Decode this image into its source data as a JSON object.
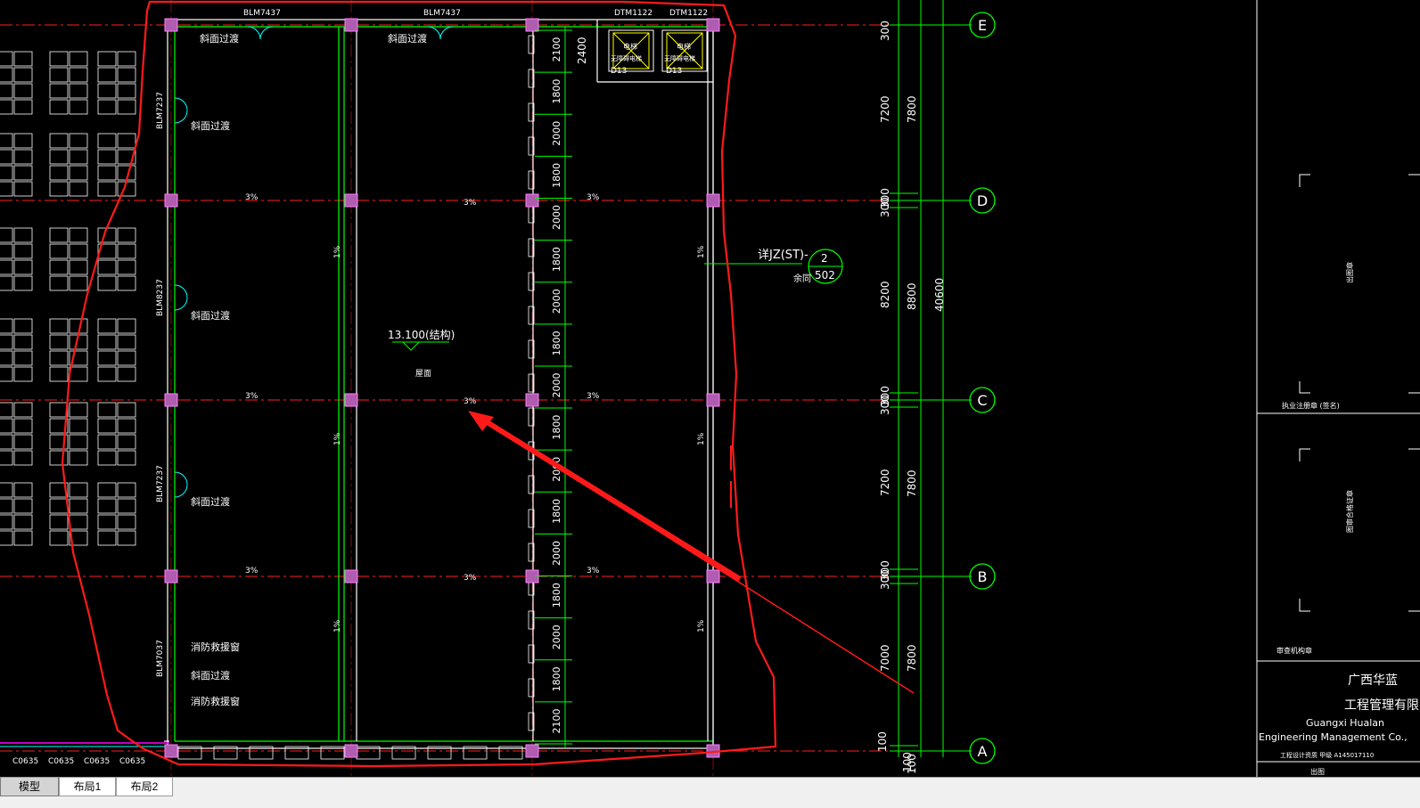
{
  "tabs": [
    {
      "label": "模型",
      "active": true
    },
    {
      "label": "布局1",
      "active": false
    },
    {
      "label": "布局2",
      "active": false
    }
  ],
  "axes": {
    "rows": [
      "E",
      "D",
      "C",
      "B",
      "A"
    ]
  },
  "dimensions": {
    "outer_left": [
      "300",
      "7200",
      "300",
      "300",
      "8200",
      "300",
      "300",
      "7200",
      "300",
      "300",
      "7000",
      "100",
      "100"
    ],
    "outer_right": [
      "7800",
      "8800",
      "7800",
      "7800",
      "100"
    ],
    "total": "40600",
    "column_strip": [
      "2100",
      "1800",
      "2000",
      "1800",
      "2000",
      "1800",
      "2000",
      "1800",
      "2000",
      "1800",
      "2000",
      "1800",
      "2000",
      "1800",
      "2000",
      "1800",
      "2100"
    ],
    "dim_2400": "2400"
  },
  "door_labels": {
    "top_left": "BLM7437",
    "top_mid": "BLM7437",
    "top_right_1": "DTM1122",
    "top_right_2": "DTM1122",
    "side_1": "BLM7237",
    "side_2": "BLM8237",
    "side_3": "BLM7237",
    "side_4": "BLM7037"
  },
  "annotations": {
    "slope_transition": "斜面过渡",
    "fire_rescue_window": "消防救援窗",
    "elevation": "13.100(结构)",
    "roof": "屋面",
    "detail_ref": "详JZ(ST)-",
    "detail_sub": "余同",
    "detail_num": "2",
    "detail_sheet": "502",
    "slope_3": "3%",
    "slope_1": "1%",
    "d13": "D13",
    "window_code": "C0635",
    "elevator_label": "电梯",
    "elevator_note": "无障碍电梯"
  },
  "title_block": {
    "company_cn_1": "广西华蓝",
    "company_cn_2": "工程管理有限",
    "company_en_1": "Guangxi Hualan",
    "company_en_2": "Engineering Management Co.,",
    "cert": "工程设计资质 甲级 A145017110",
    "note_1": "执业注册章 (签名)",
    "note_2": "图审合格证章",
    "note_3": "审查机构章",
    "note_4": "出图章",
    "bottom": "出图"
  },
  "colors": {
    "axis_red": "#ff2020",
    "grid_green": "#00ff00",
    "column_magenta": "#d070d0",
    "markup_red": "#ff1a1a",
    "wall_white": "#ffffff"
  }
}
